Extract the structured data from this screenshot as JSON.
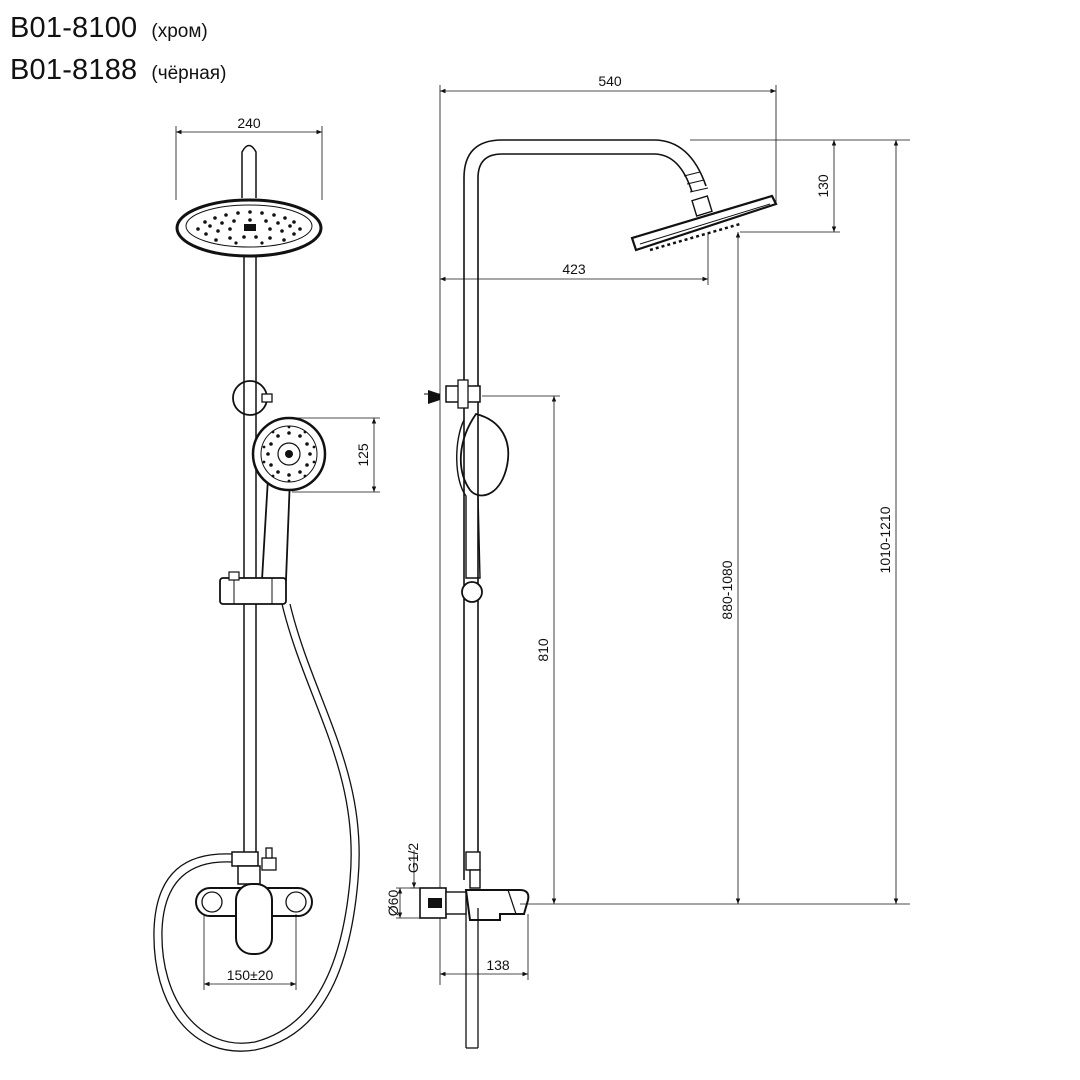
{
  "models": [
    {
      "code": "B01-8100",
      "finish": "(хром)"
    },
    {
      "code": "B01-8188",
      "finish": "(чёрная)"
    }
  ],
  "dimensions": {
    "head_width": "240",
    "hand_shower_diameter": "125",
    "inlet_spacing": "150±20",
    "arm_span": "540",
    "arm_reach": "423",
    "head_drop": "130",
    "total_height": "1010-1210",
    "head_height": "880-1080",
    "holder_height": "810",
    "thread": "G1/2",
    "flange_diameter": "Ø60",
    "mixer_depth": "138"
  }
}
